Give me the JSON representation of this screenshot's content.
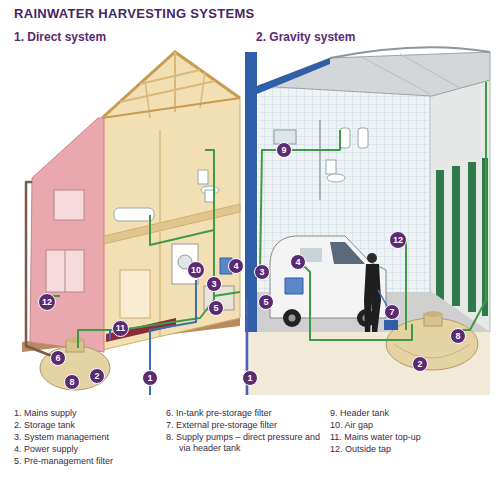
{
  "diagram": {
    "title": "RAINWATER HARVESTING SYSTEMS",
    "nodes": [
      {
        "text": [
          "12"
        ]
      },
      {
        "text": [
          "10"
        ]
      },
      {
        "text": [
          "3"
        ]
      },
      {
        "text": [
          "4"
        ]
      },
      {
        "text": [
          "5"
        ]
      },
      {
        "text": [
          "11"
        ]
      },
      {
        "text": [
          "1"
        ]
      },
      {
        "text": [
          "6"
        ]
      },
      {
        "text": [
          "8"
        ]
      },
      {
        "text": [
          "2"
        ]
      },
      {
        "text": [
          "9"
        ]
      },
      {
        "text": [
          "12"
        ]
      },
      {
        "text": [
          "3"
        ]
      },
      {
        "text": [
          "4"
        ]
      },
      {
        "text": [
          "5"
        ]
      },
      {
        "text": [
          "1"
        ]
      },
      {
        "text": [
          "7"
        ]
      },
      {
        "text": [
          "8"
        ]
      },
      {
        "text": [
          "2"
        ]
      }
    ],
    "labels": [
      "1. Direct system",
      "2. Gravity system",
      "1. Mains supply",
      "2. Storage tank",
      "3. System management",
      "4. Power supply",
      "5. Pre-management filter",
      "6. In-tank pre-storage filter",
      "7. External pre-storage filter",
      "8. Supply pumps – direct pressure and via header tank",
      "9. Header tank",
      "10. Air gap",
      "11. Mains water top-up",
      "12. Outside tap"
    ]
  }
}
